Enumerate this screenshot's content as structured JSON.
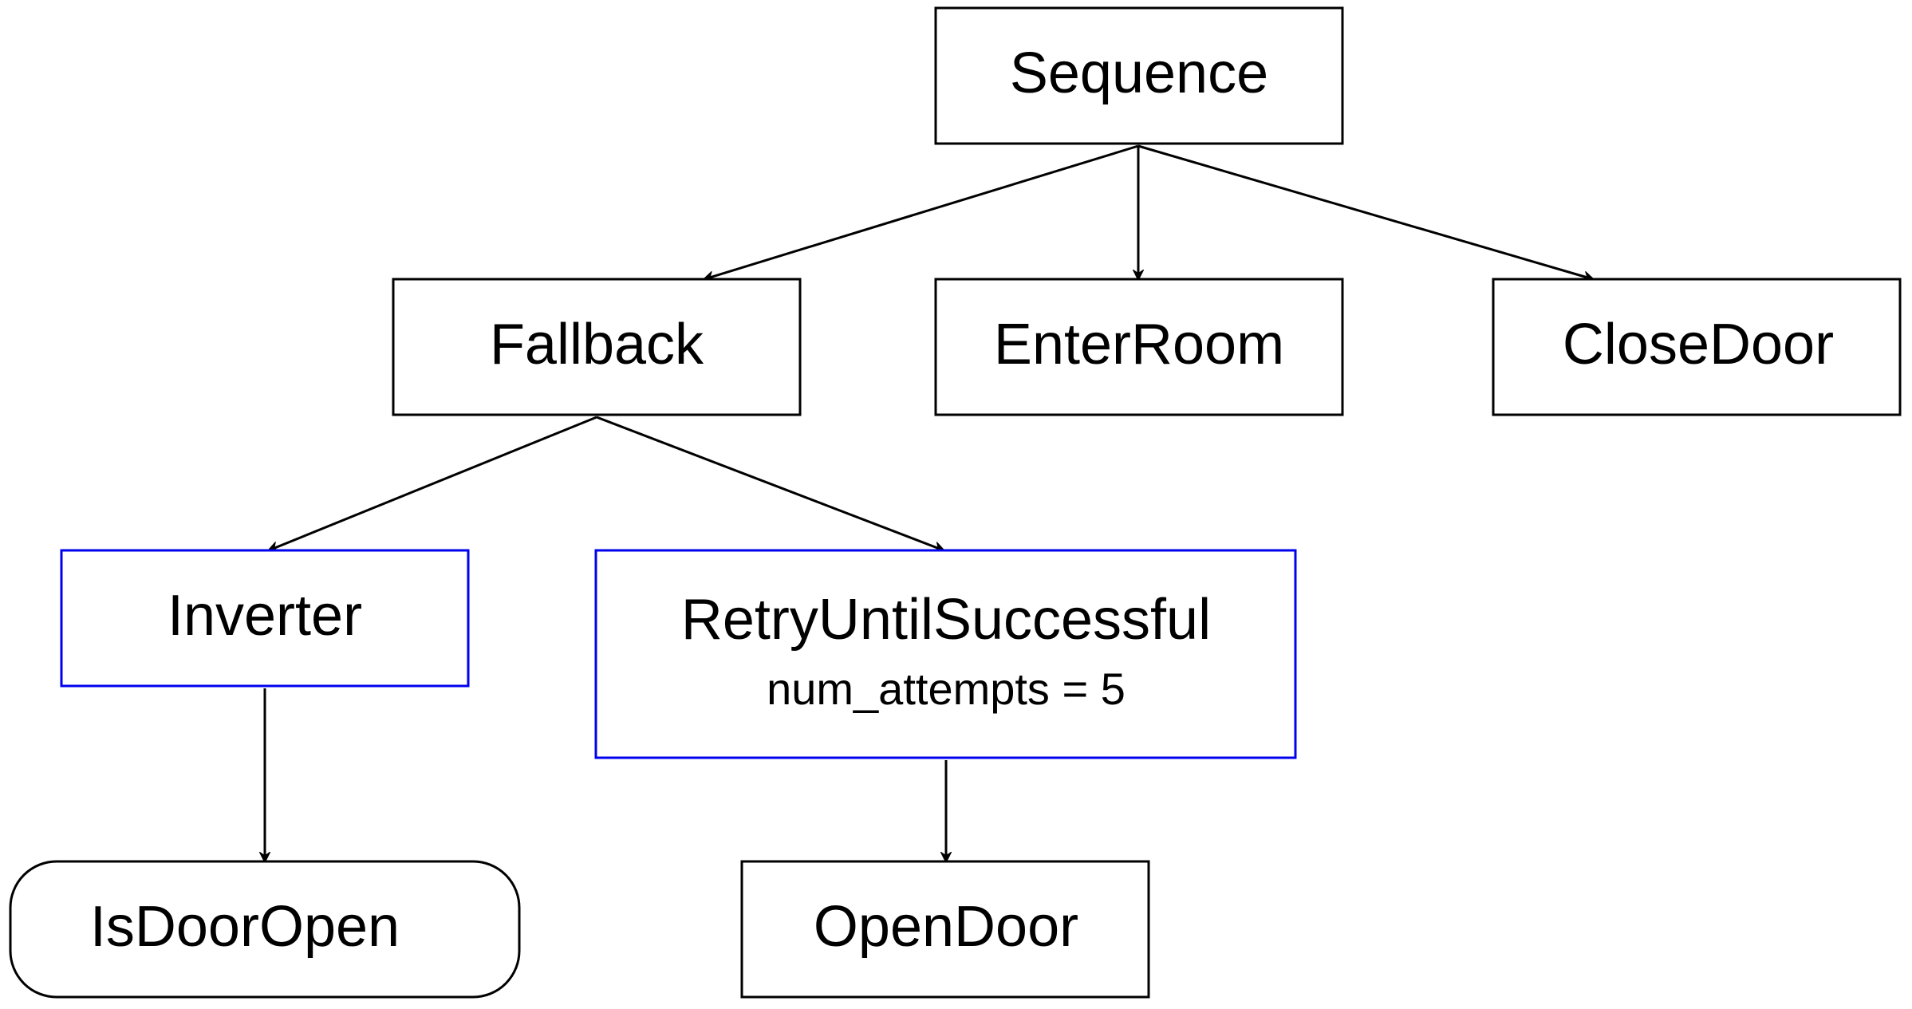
{
  "colors": {
    "default_border": "#000000",
    "decorator_border": "#0000ee",
    "text": "#000000",
    "background": "#ffffff"
  },
  "nodes": {
    "sequence": {
      "label": "Sequence",
      "kind": "control"
    },
    "fallback": {
      "label": "Fallback",
      "kind": "control"
    },
    "enter_room": {
      "label": "EnterRoom",
      "kind": "action"
    },
    "close_door": {
      "label": "CloseDoor",
      "kind": "action"
    },
    "inverter": {
      "label": "Inverter",
      "kind": "decorator"
    },
    "retry": {
      "label": "RetryUntilSuccessful",
      "sublabel": "num_attempts = 5",
      "kind": "decorator"
    },
    "is_door_open": {
      "label": "IsDoorOpen",
      "kind": "condition"
    },
    "open_door": {
      "label": "OpenDoor",
      "kind": "action"
    }
  },
  "edges": [
    {
      "from": "sequence",
      "to": "fallback"
    },
    {
      "from": "sequence",
      "to": "enter_room"
    },
    {
      "from": "sequence",
      "to": "close_door"
    },
    {
      "from": "fallback",
      "to": "inverter"
    },
    {
      "from": "fallback",
      "to": "retry"
    },
    {
      "from": "inverter",
      "to": "is_door_open"
    },
    {
      "from": "retry",
      "to": "open_door"
    }
  ]
}
